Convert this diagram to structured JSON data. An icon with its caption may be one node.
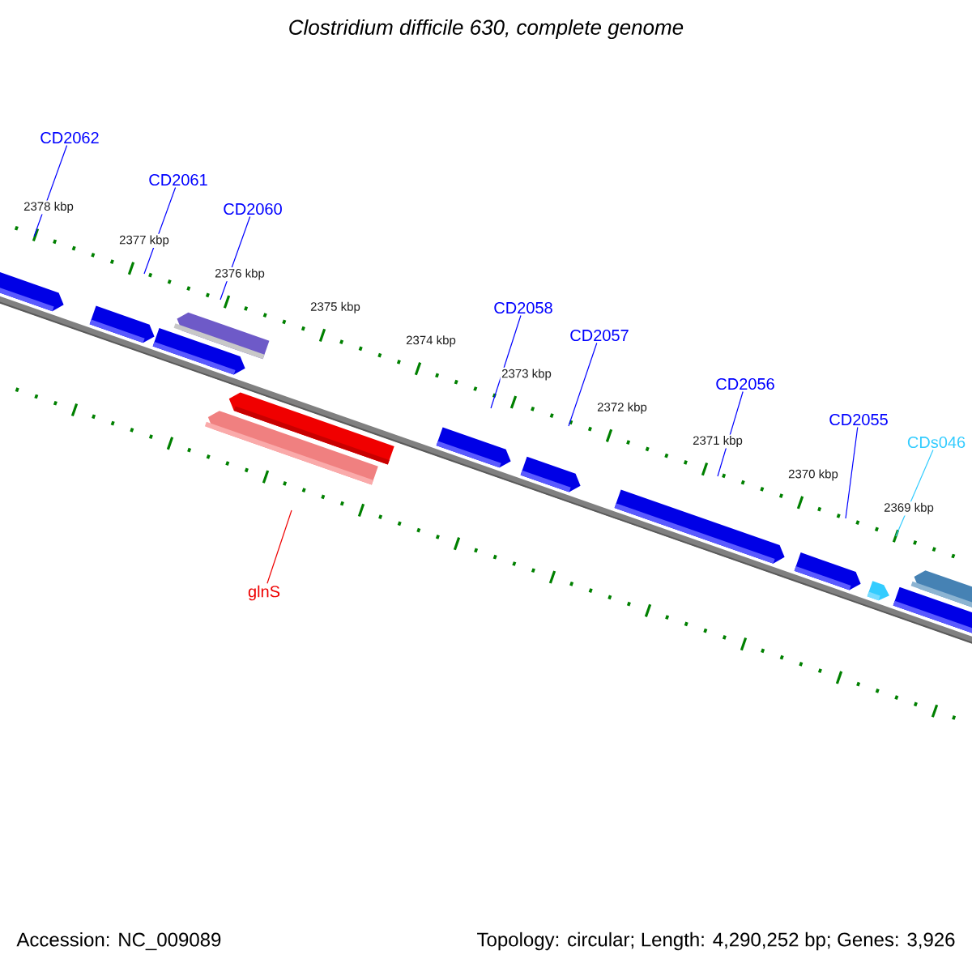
{
  "diagram": {
    "title": "Clostridium difficile 630, complete genome",
    "nodes": [
      {
        "text": [
          "CD2062"
        ]
      },
      {
        "text": [
          "CD2061"
        ]
      },
      {
        "text": [
          "CD2060"
        ]
      },
      {
        "text": [
          "CD2058"
        ]
      },
      {
        "text": [
          "CD2057"
        ]
      },
      {
        "text": [
          "CD2056"
        ]
      },
      {
        "text": [
          "CD2055"
        ]
      },
      {
        "text": [
          "CDs046"
        ]
      },
      {
        "text": [
          "glnS"
        ]
      }
    ],
    "edges": [
      {
        "from": 0,
        "to": null,
        "arrow": "none"
      },
      {
        "from": 1,
        "to": null,
        "arrow": "none"
      },
      {
        "from": 2,
        "to": null,
        "arrow": "none"
      },
      {
        "from": 3,
        "to": null,
        "arrow": "none"
      },
      {
        "from": 4,
        "to": null,
        "arrow": "none"
      },
      {
        "from": 5,
        "to": null,
        "arrow": "none"
      },
      {
        "from": 6,
        "to": null,
        "arrow": "none"
      },
      {
        "from": 7,
        "to": null,
        "arrow": "none",
        "color": "#33ccff"
      },
      {
        "from": 8,
        "to": null,
        "arrow": "none",
        "color": "#ee0000"
      }
    ],
    "labels": [
      "2378 kbp",
      "2377 kbp",
      "2376 kbp",
      "2375 kbp",
      "2374 kbp",
      "2373 kbp",
      "2372 kbp",
      "2371 kbp",
      "2370 kbp",
      "2369 kbp",
      "Accession: NC_009089",
      "Topology: circular; Length: 4,290,252 bp; Genes: 3,926"
    ]
  }
}
